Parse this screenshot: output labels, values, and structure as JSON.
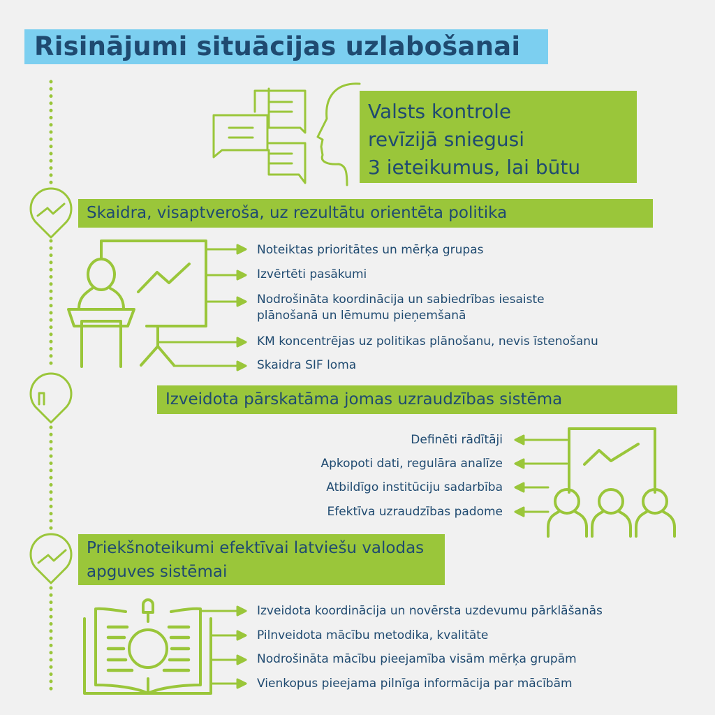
{
  "title": "Risinājumi situācijas uzlabošanai",
  "intro": {
    "lines": [
      "Valsts kontrole",
      "revīzijā sniegusi",
      "3 ieteikumus, lai būtu"
    ]
  },
  "sections": [
    {
      "heading": "Skaidra, visaptveroša, uz rezultātu orientēta politika",
      "items": [
        "Noteiktas prioritātes un mērķa grupas",
        "Izvērtēti pasākumi",
        "Nodrošināta koordinācija un sabiedrības iesaiste",
        "plānošanā un lēmumu pieņemšanā",
        "KM koncentrējas uz politikas plānošanu, nevis īstenošanu",
        "Skaidra SIF loma"
      ]
    },
    {
      "heading": "Izveidota pārskatāma jomas uzraudzības sistēma",
      "items": [
        "Definēti rādītāji",
        "Apkopoti dati, regulāra analīze",
        "Atbildīgo institūciju sadarbība",
        "Efektīva uzraudzības padome"
      ]
    },
    {
      "heading": "Priekšnoteikumi efektīvai latviešu valodas apguves sistēmai",
      "items": [
        "Izveidota koordinācija un novērsta uzdevumu pārklāšanās",
        "Pilnveidota mācību metodika, kvalitāte",
        "Nodrošināta mācību pieejamība visām mērķa grupām",
        "Vienkopus pieejama pilnīga informācija par mācībām"
      ]
    }
  ],
  "colors": {
    "green": "#9ac63a",
    "blue": "#1f4a70",
    "title_bg": "#7ccff0",
    "background": "#f1f1f1"
  }
}
